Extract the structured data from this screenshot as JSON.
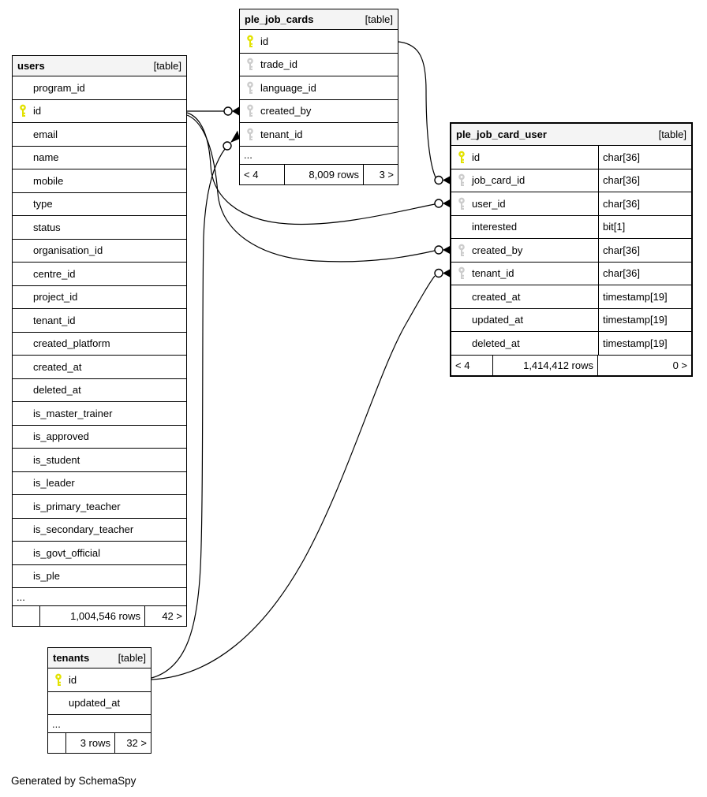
{
  "note": "Generated by SchemaSpy",
  "tag": "[table]",
  "ellipsis": "...",
  "colors": {
    "header_bg": "#f4f4f4",
    "pk_key": "#e2e200",
    "fk_key": "#cccccc",
    "border": "#000000"
  },
  "tables": {
    "users": {
      "name": "users",
      "columns": [
        {
          "name": "program_id",
          "key": "none"
        },
        {
          "name": "id",
          "key": "pk"
        },
        {
          "name": "email",
          "key": "none"
        },
        {
          "name": "name",
          "key": "none"
        },
        {
          "name": "mobile",
          "key": "none"
        },
        {
          "name": "type",
          "key": "none"
        },
        {
          "name": "status",
          "key": "none"
        },
        {
          "name": "organisation_id",
          "key": "none"
        },
        {
          "name": "centre_id",
          "key": "none"
        },
        {
          "name": "project_id",
          "key": "none"
        },
        {
          "name": "tenant_id",
          "key": "none"
        },
        {
          "name": "created_platform",
          "key": "none"
        },
        {
          "name": "created_at",
          "key": "none"
        },
        {
          "name": "deleted_at",
          "key": "none"
        },
        {
          "name": "is_master_trainer",
          "key": "none"
        },
        {
          "name": "is_approved",
          "key": "none"
        },
        {
          "name": "is_student",
          "key": "none"
        },
        {
          "name": "is_leader",
          "key": "none"
        },
        {
          "name": "is_primary_teacher",
          "key": "none"
        },
        {
          "name": "is_secondary_teacher",
          "key": "none"
        },
        {
          "name": "is_govt_official",
          "key": "none"
        },
        {
          "name": "is_ple",
          "key": "none"
        }
      ],
      "footer": {
        "left": "",
        "center": "1,004,546 rows",
        "right": "42 >"
      }
    },
    "ple_job_cards": {
      "name": "ple_job_cards",
      "columns": [
        {
          "name": "id",
          "key": "pk"
        },
        {
          "name": "trade_id",
          "key": "fk"
        },
        {
          "name": "language_id",
          "key": "fk"
        },
        {
          "name": "created_by",
          "key": "fk"
        },
        {
          "name": "tenant_id",
          "key": "fk"
        }
      ],
      "footer": {
        "left": "< 4",
        "center": "8,009 rows",
        "right": "3 >"
      }
    },
    "ple_job_card_user": {
      "name": "ple_job_card_user",
      "columns": [
        {
          "name": "id",
          "key": "pk",
          "type": "char[36]"
        },
        {
          "name": "job_card_id",
          "key": "fk",
          "type": "char[36]"
        },
        {
          "name": "user_id",
          "key": "fk",
          "type": "char[36]"
        },
        {
          "name": "interested",
          "key": "none",
          "type": "bit[1]"
        },
        {
          "name": "created_by",
          "key": "fk",
          "type": "char[36]"
        },
        {
          "name": "tenant_id",
          "key": "fk",
          "type": "char[36]"
        },
        {
          "name": "created_at",
          "key": "none",
          "type": "timestamp[19]"
        },
        {
          "name": "updated_at",
          "key": "none",
          "type": "timestamp[19]"
        },
        {
          "name": "deleted_at",
          "key": "none",
          "type": "timestamp[19]"
        }
      ],
      "footer": {
        "left": "< 4",
        "center": "1,414,412 rows",
        "right": "0 >"
      }
    },
    "tenants": {
      "name": "tenants",
      "columns": [
        {
          "name": "id",
          "key": "pk"
        },
        {
          "name": "updated_at",
          "key": "none"
        }
      ],
      "footer": {
        "left": "",
        "center": "3 rows",
        "right": "32 >"
      }
    }
  },
  "relationships": [
    {
      "fk_table": "ple_job_cards",
      "fk_column": "created_by",
      "pk_table": "users",
      "pk_column": "id"
    },
    {
      "fk_table": "ple_job_cards",
      "fk_column": "tenant_id",
      "pk_table": "tenants",
      "pk_column": "id"
    },
    {
      "fk_table": "ple_job_card_user",
      "fk_column": "job_card_id",
      "pk_table": "ple_job_cards",
      "pk_column": "id"
    },
    {
      "fk_table": "ple_job_card_user",
      "fk_column": "user_id",
      "pk_table": "users",
      "pk_column": "id"
    },
    {
      "fk_table": "ple_job_card_user",
      "fk_column": "created_by",
      "pk_table": "users",
      "pk_column": "id"
    },
    {
      "fk_table": "ple_job_card_user",
      "fk_column": "tenant_id",
      "pk_table": "tenants",
      "pk_column": "id"
    }
  ]
}
